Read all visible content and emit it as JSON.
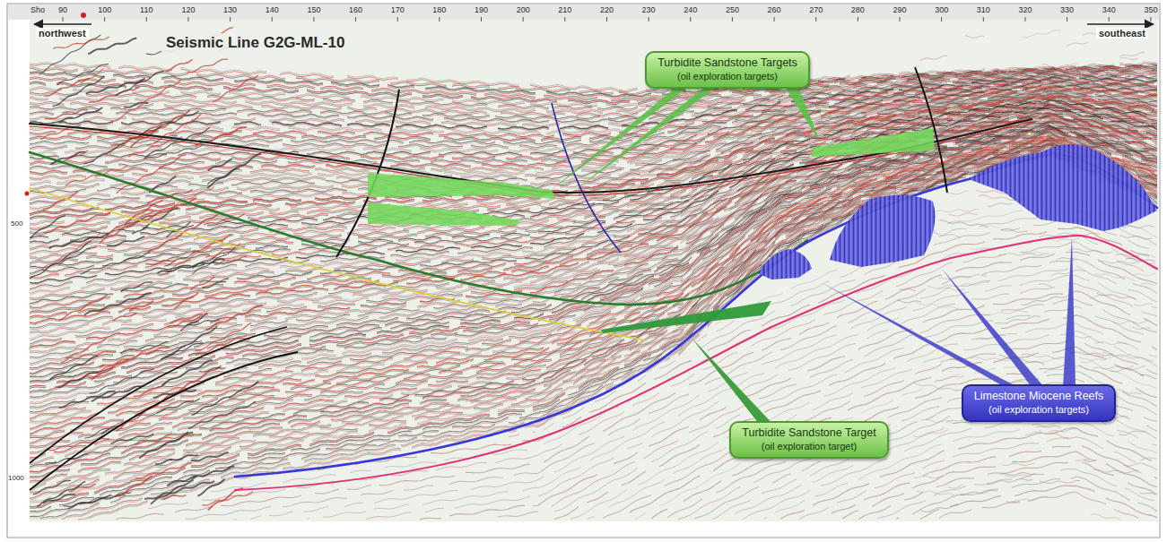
{
  "diagram": {
    "title": "Seismic Line G2G-ML-10",
    "nodes": [
      {
        "text": [
          "Turbidite Sandstone Targets",
          "(oil exploration targets)"
        ]
      },
      {
        "text": [
          "Turbidite Sandstone Target",
          "(oil exploration target)"
        ]
      },
      {
        "text": [
          "Limestone Miocene Reefs",
          "(oil exploration targets)"
        ]
      }
    ],
    "labels": [
      "northwest",
      "southeast",
      "Sho",
      "90",
      "100",
      "110",
      "120",
      "130",
      "140",
      "150",
      "160",
      "170",
      "180",
      "190",
      "200",
      "210",
      "220",
      "230",
      "240",
      "250",
      "260",
      "270",
      "280",
      "290",
      "300",
      "310",
      "320",
      "330",
      "340",
      "350",
      "500",
      "1000"
    ]
  }
}
